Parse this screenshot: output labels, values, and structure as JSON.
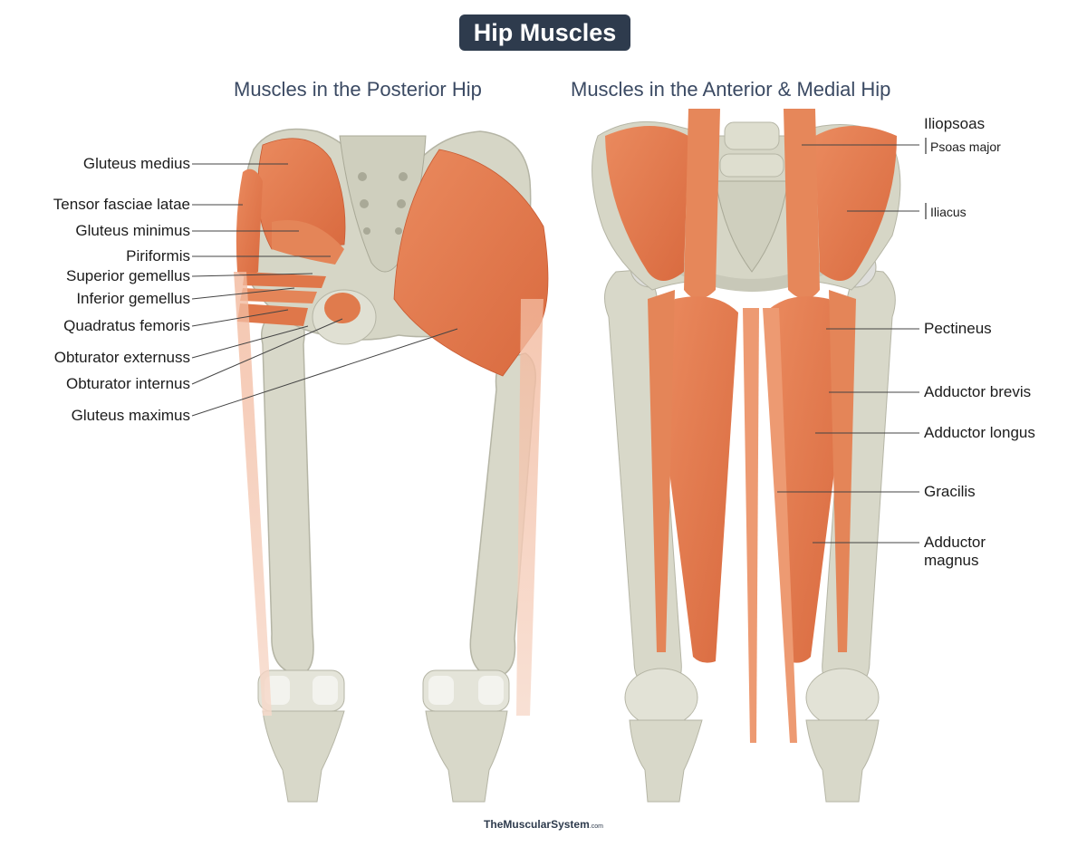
{
  "title": "Hip Muscles",
  "views": [
    {
      "id": "posterior",
      "subtitle": "Muscles in the Posterior Hip"
    },
    {
      "id": "anterior",
      "subtitle": "Muscles in the Anterior & Medial Hip"
    }
  ],
  "posterior_labels": [
    "Gluteus medius",
    "Tensor fasciae latae",
    "Gluteus minimus",
    "Piriformis",
    "Superior gemellus",
    "Inferior gemellus",
    "Quadratus femoris",
    "Obturator externuss",
    "Obturator internus",
    "Gluteus maximus"
  ],
  "anterior_labels": {
    "iliopsoas": "Iliopsoas",
    "psoas_major": "Psoas major",
    "iliacus": "Iliacus",
    "pectineus": "Pectineus",
    "adductor_brevis": "Adductor brevis",
    "adductor_longus": "Adductor longus",
    "gracilis": "Gracilis",
    "adductor_magnus_line1": "Adductor",
    "adductor_magnus_line2": "magnus"
  },
  "footer": {
    "brand": "TheMuscularSystem",
    "suffix": ".com"
  },
  "colors": {
    "muscle": "#e27a4e",
    "muscle_light": "#f0a27c",
    "bone": "#dcdccf",
    "bone_shade": "#bdbdae",
    "title_bg": "#2e3b4d",
    "subtitle": "#3b4a63"
  }
}
